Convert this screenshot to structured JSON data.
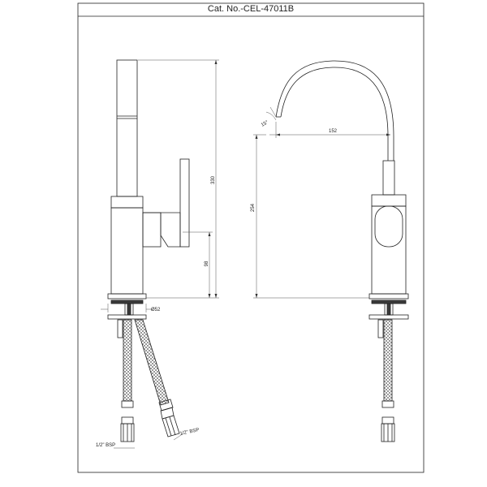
{
  "sheet": {
    "title": "Cat. No.-CEL-47011B"
  },
  "side_view": {
    "height_total": "330",
    "height_base": "98",
    "base_diameter": "Ø52",
    "hose_left_thread": "1/2\" BSP",
    "hose_right_thread": "1/2\" BSP"
  },
  "front_view": {
    "spout_reach": "152",
    "spout_height": "254",
    "spout_angle": "15°"
  },
  "colors": {
    "line": "#222222",
    "dim_line": "#555555",
    "thread_fill": "#3a3a3a"
  }
}
